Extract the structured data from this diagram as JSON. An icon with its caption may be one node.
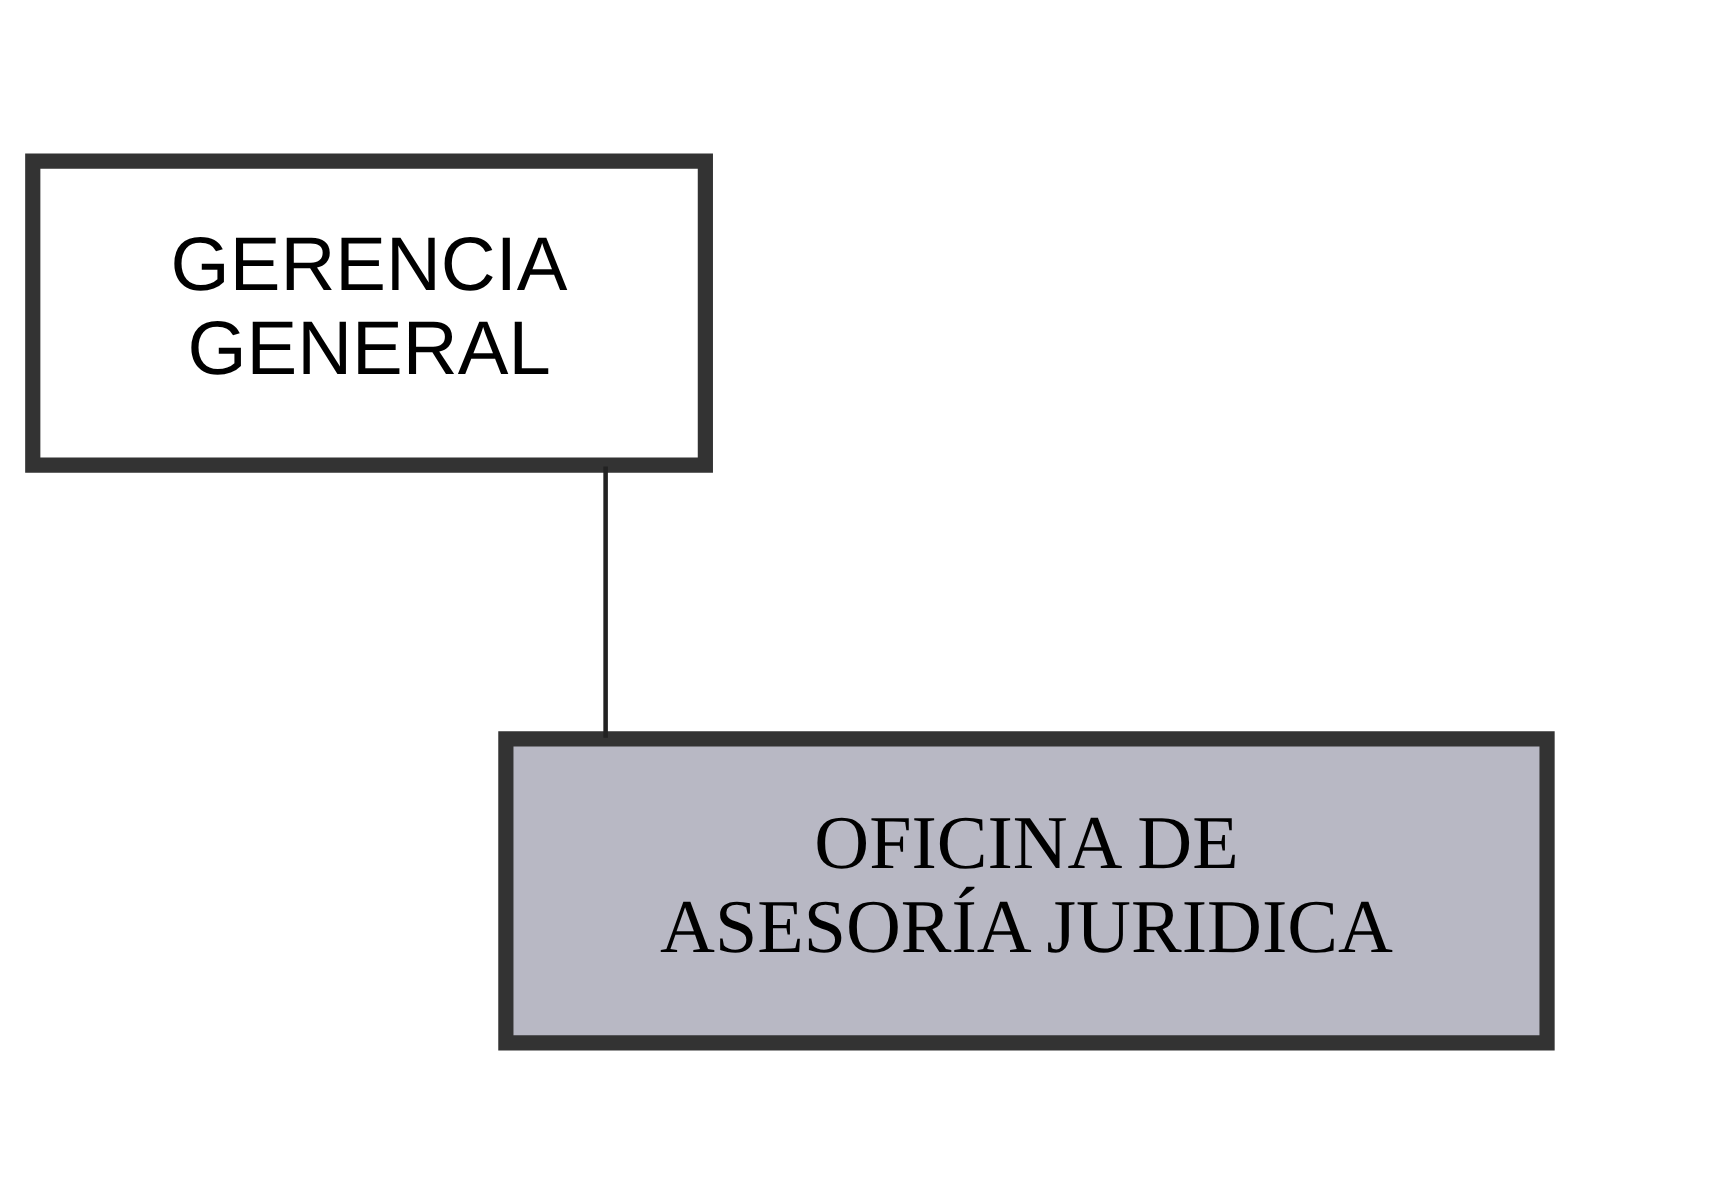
{
  "diagram": {
    "nodes": [
      {
        "text": [
          "GERENCIA GENERAL"
        ]
      },
      {
        "text": [
          "OFICINA DE ASESORÍA JURIDICA"
        ]
      }
    ],
    "edges": [
      {
        "from": 0,
        "to": 1,
        "arrow": "none"
      }
    ]
  }
}
